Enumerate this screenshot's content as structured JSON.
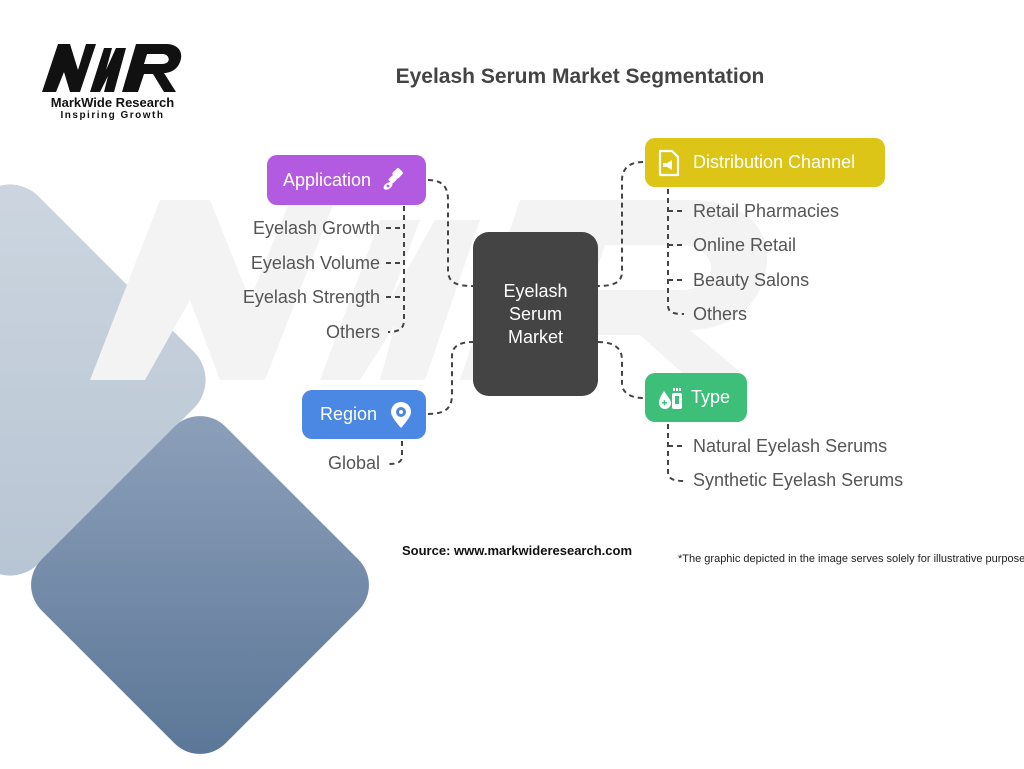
{
  "brand": {
    "logo_text": "MWR",
    "name": "MarkWide Research",
    "tagline": "Inspiring Growth"
  },
  "title": "Eyelash Serum Market Segmentation",
  "center": {
    "line1": "Eyelash",
    "line2": "Serum",
    "line3": "Market"
  },
  "segments": {
    "application": {
      "label": "Application",
      "icon": "eyelash-applicator-icon",
      "color": "#b25be0",
      "items": [
        "Eyelash Growth",
        "Eyelash Volume",
        "Eyelash Strength",
        "Others"
      ]
    },
    "distribution": {
      "label": "Distribution Channel",
      "icon": "megaphone-document-icon",
      "color": "#dcc516",
      "items": [
        "Retail Pharmacies",
        "Online Retail",
        "Beauty Salons",
        "Others"
      ]
    },
    "type": {
      "label": "Type",
      "icon": "serum-bottles-icon",
      "color": "#3dbf7a",
      "items": [
        "Natural Eyelash Serums",
        "Synthetic Eyelash Serums"
      ]
    },
    "region": {
      "label": "Region",
      "icon": "location-gear-icon",
      "color": "#4a88e4",
      "items": [
        "Global"
      ]
    }
  },
  "footer": {
    "source": "Source: www.markwideresearch.com",
    "note": "*The graphic depicted in the image serves solely for illustrative purposes"
  }
}
